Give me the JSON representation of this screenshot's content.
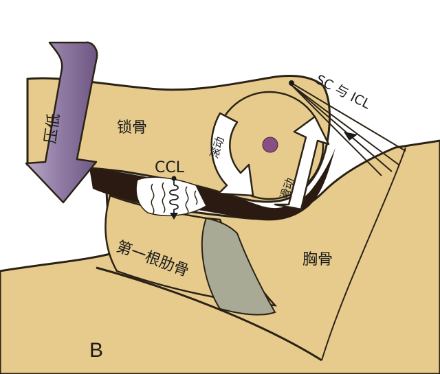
{
  "figure": {
    "panel_letter": "B",
    "labels": {
      "clavicle": "锁骨",
      "ccl": "CCL",
      "first_rib": "第一根肋骨",
      "sternum": "胸骨",
      "sc_icl": "SC 与 ICL",
      "depression": "压低",
      "roll": "滚动",
      "slide": "滑动"
    },
    "colors": {
      "bone": "#E6CB8C",
      "bone_shadow": "#C9AA62",
      "cartilage": "#A9AA95",
      "disc_dark": "#2A1A12",
      "arrow_purple": "#8F7AA3",
      "arrow_white": "#FFFFFF",
      "axis_dot": "#8A4E86",
      "outline": "#2b2216"
    }
  }
}
